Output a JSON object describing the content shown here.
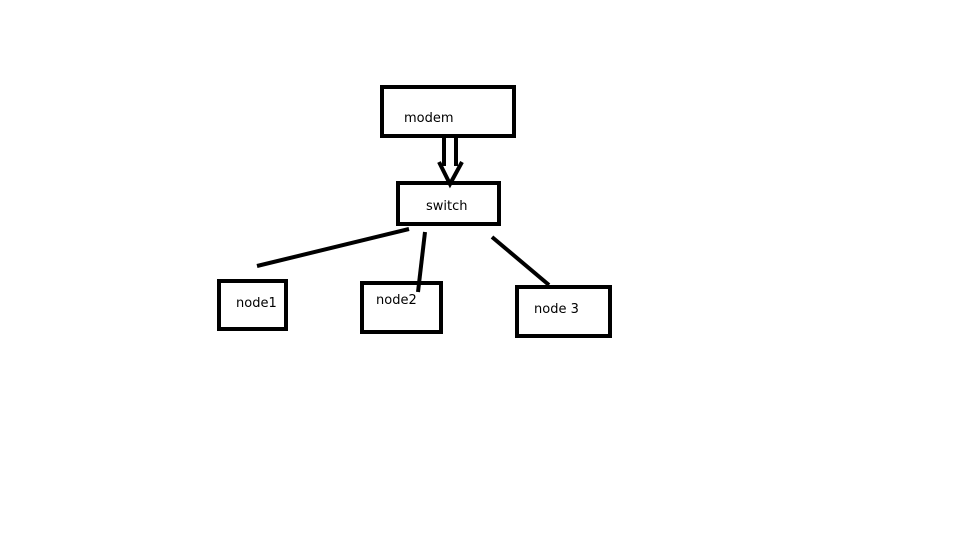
{
  "diagram": {
    "nodes": {
      "modem": "modem",
      "switch": "switch",
      "node1": "node1",
      "node2": "node2",
      "node3": "node 3"
    },
    "edges": [
      {
        "from": "modem",
        "to": "switch",
        "style": "double-arrow"
      },
      {
        "from": "switch",
        "to": "node1",
        "style": "line"
      },
      {
        "from": "switch",
        "to": "node2",
        "style": "line"
      },
      {
        "from": "switch",
        "to": "node3",
        "style": "line"
      }
    ]
  },
  "colors": {
    "stroke": "#000000",
    "background": "#ffffff"
  }
}
